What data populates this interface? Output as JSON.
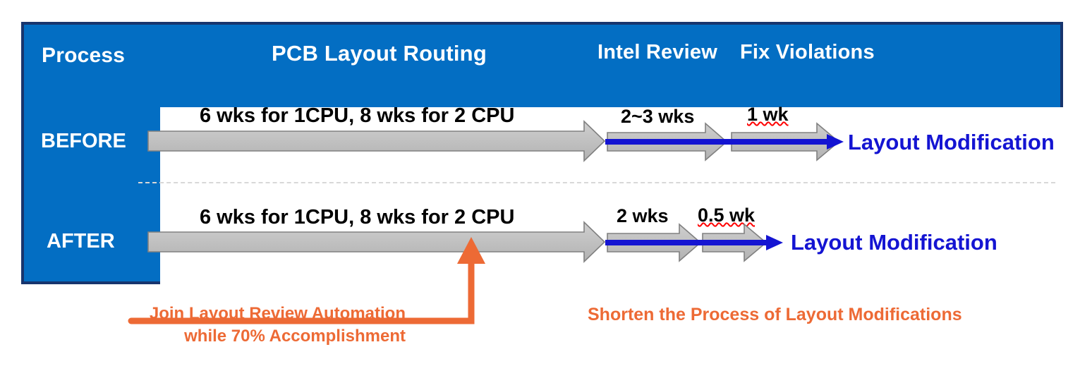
{
  "panel": {
    "header": {
      "process_label": "Process",
      "col_pcb": "PCB Layout Routing",
      "col_intel": "Intel Review",
      "col_fix": "Fix Violations"
    },
    "rows": [
      {
        "label": "BEFORE",
        "segments": [
          {
            "name": "pcb-layout-routing",
            "caption": "6 wks for 1CPU, 8 wks for 2 CPU",
            "misspelled": false
          },
          {
            "name": "intel-review",
            "caption": "2~3 wks",
            "misspelled": false
          },
          {
            "name": "fix-violations",
            "caption": "1 wk",
            "misspelled": true
          }
        ],
        "outcome": "Layout Modification"
      },
      {
        "label": "AFTER",
        "segments": [
          {
            "name": "pcb-layout-routing",
            "caption": "6 wks for 1CPU, 8 wks for 2 CPU",
            "misspelled": false
          },
          {
            "name": "intel-review",
            "caption": "2 wks",
            "misspelled": false
          },
          {
            "name": "fix-violations",
            "caption": "0.5 wk",
            "misspelled": true
          }
        ],
        "outcome": "Layout Modification"
      }
    ]
  },
  "annotations": {
    "left_line1": "Join Layout Review Automation",
    "left_line2": "while 70% Accomplishment",
    "right": "Shorten the Process of Layout Modifications"
  },
  "colors": {
    "panel_fill": "#036EC3",
    "panel_border": "#17356E",
    "arrow_gray": "#BFBFBF",
    "arrow_gray_border": "#7F7F7F",
    "flow_blue": "#1414D2",
    "accent_orange": "#ED6A35",
    "spellcheck_red": "#FF0000",
    "divider_gray": "#D8D8D8"
  }
}
